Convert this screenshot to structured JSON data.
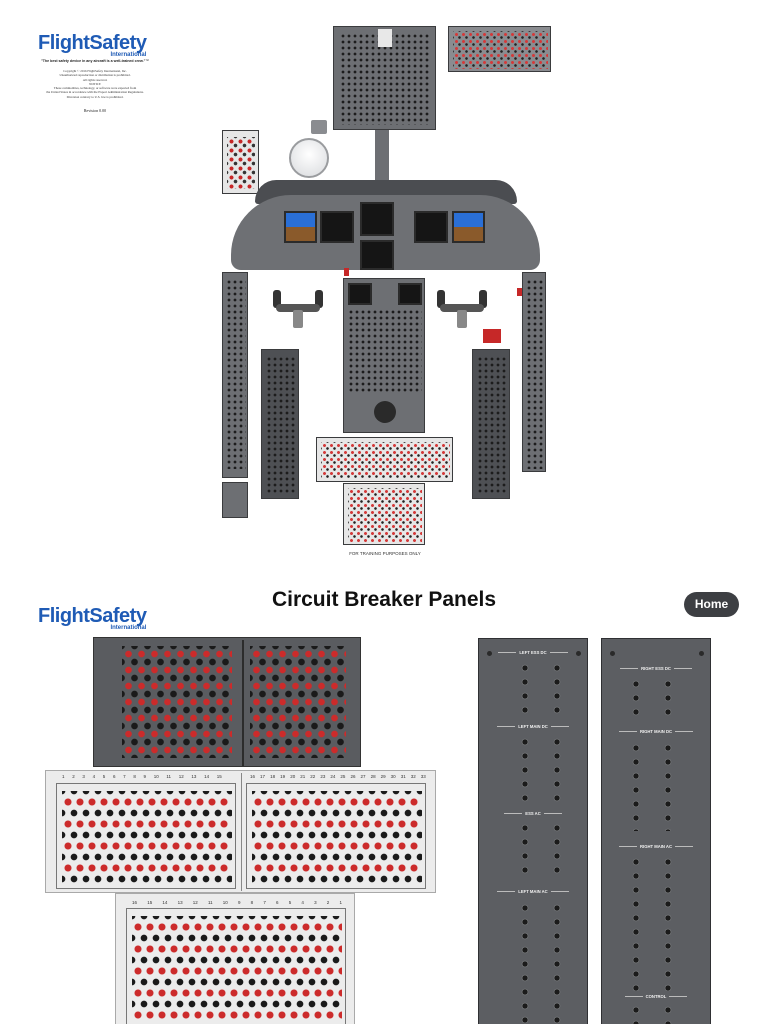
{
  "poster": {
    "logo_text": "FlightSafety",
    "logo_sub": "International",
    "tagline": "\"The best safety device in any aircraft is a well-trained crew.\"™",
    "copyright_lines": [
      "Copyright © 2016 FlightSafety International, Inc.",
      "Unauthorized reproduction or distribution is prohibited.",
      "All rights reserved.",
      "NOTICE",
      "These commodities, technology, or software were exported from",
      "the United States in accordance with the Export Administration Regulations.",
      "Diversion contrary to U.S. law is prohibited."
    ],
    "revision": "Revision 0.00",
    "footer": "FOR TRAINING PURPOSES ONLY"
  },
  "cb_page": {
    "logo_text": "FlightSafety",
    "logo_sub": "International",
    "title": "Circuit Breaker Panels",
    "home_label": "Home",
    "left_panel_labels": [
      "LEFT ESS DC",
      "LEFT MAIN DC",
      "ESS AC",
      "LEFT MAIN AC"
    ],
    "right_panel_labels": [
      "RIGHT ESS DC",
      "RIGHT MAIN DC",
      "RIGHT MAIN AC",
      "CONTROL"
    ],
    "top_column_numbers_left": [
      "1",
      "2",
      "3",
      "4",
      "5",
      "6",
      "7",
      "8",
      "9",
      "10",
      "11",
      "12",
      "13",
      "14",
      "15"
    ],
    "top_column_numbers_right": [
      "16",
      "17",
      "18",
      "19",
      "20",
      "21",
      "22",
      "23",
      "24",
      "25",
      "26",
      "27",
      "28",
      "29",
      "30",
      "31",
      "32",
      "33"
    ],
    "lower_column_numbers": [
      "16",
      "15",
      "14",
      "13",
      "12",
      "11",
      "10",
      "9",
      "8",
      "7",
      "6",
      "5",
      "4",
      "3",
      "2",
      "1"
    ]
  },
  "colors": {
    "brand_blue": "#1f5bb5",
    "cb_red": "#cc2b2b",
    "panel_gray": "#5a5c60",
    "home_btn": "#3d3f43"
  }
}
